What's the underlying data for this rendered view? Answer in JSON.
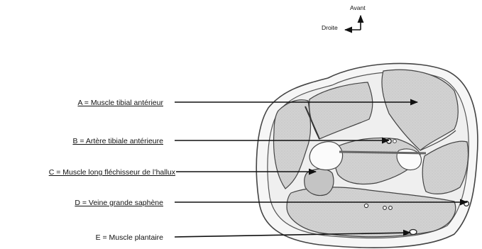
{
  "orientation": {
    "front": "Avant",
    "right": "Droite"
  },
  "labels": [
    {
      "id": "A",
      "text": "A = Muscle tibial antérieur",
      "underline": true
    },
    {
      "id": "B",
      "text": "B = Artère tibiale antérieure",
      "underline": true
    },
    {
      "id": "C",
      "text": "C = Muscle long fléchisseur de l’hallux",
      "underline": true
    },
    {
      "id": "D",
      "text": "D = Veine grande saphène",
      "underline": true
    },
    {
      "id": "E",
      "text": "E = Muscle plantaire",
      "underline": false
    }
  ],
  "colors": {
    "ink": "#111111",
    "muscle_fill": "#cfcfcf",
    "tissue_fill": "#f4f4f4",
    "outline": "#444444"
  }
}
